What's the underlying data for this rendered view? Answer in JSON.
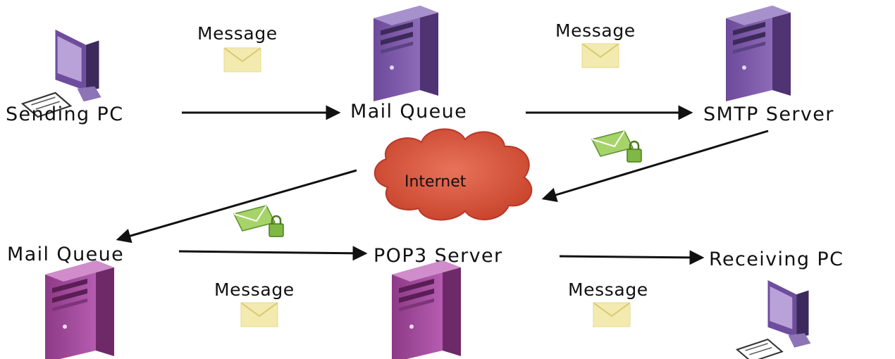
{
  "nodes": {
    "sending_pc": "Sending PC",
    "mail_queue_top": "Mail Queue",
    "smtp_server": "SMTP Server",
    "internet": "Internet",
    "mail_queue_bottom": "Mail Queue",
    "pop3_server": "POP3 Server",
    "receiving_pc": "Receiving PC"
  },
  "messages": {
    "m1": "Message",
    "m2": "Message",
    "m3": "Message",
    "m4": "Message"
  },
  "colors": {
    "tower_top": "#7b5aa6",
    "tower_bottom": "#a24aa0",
    "cloud": "#d9553a",
    "envelope_plain": "#f1e7a4",
    "envelope_secure": "#8fc456",
    "arrow": "#111111"
  },
  "icons": {
    "pc": "desktop-computer-icon",
    "server": "server-tower-icon",
    "cloud": "internet-cloud-icon",
    "envelope": "envelope-icon",
    "secure_envelope": "encrypted-envelope-icon"
  }
}
